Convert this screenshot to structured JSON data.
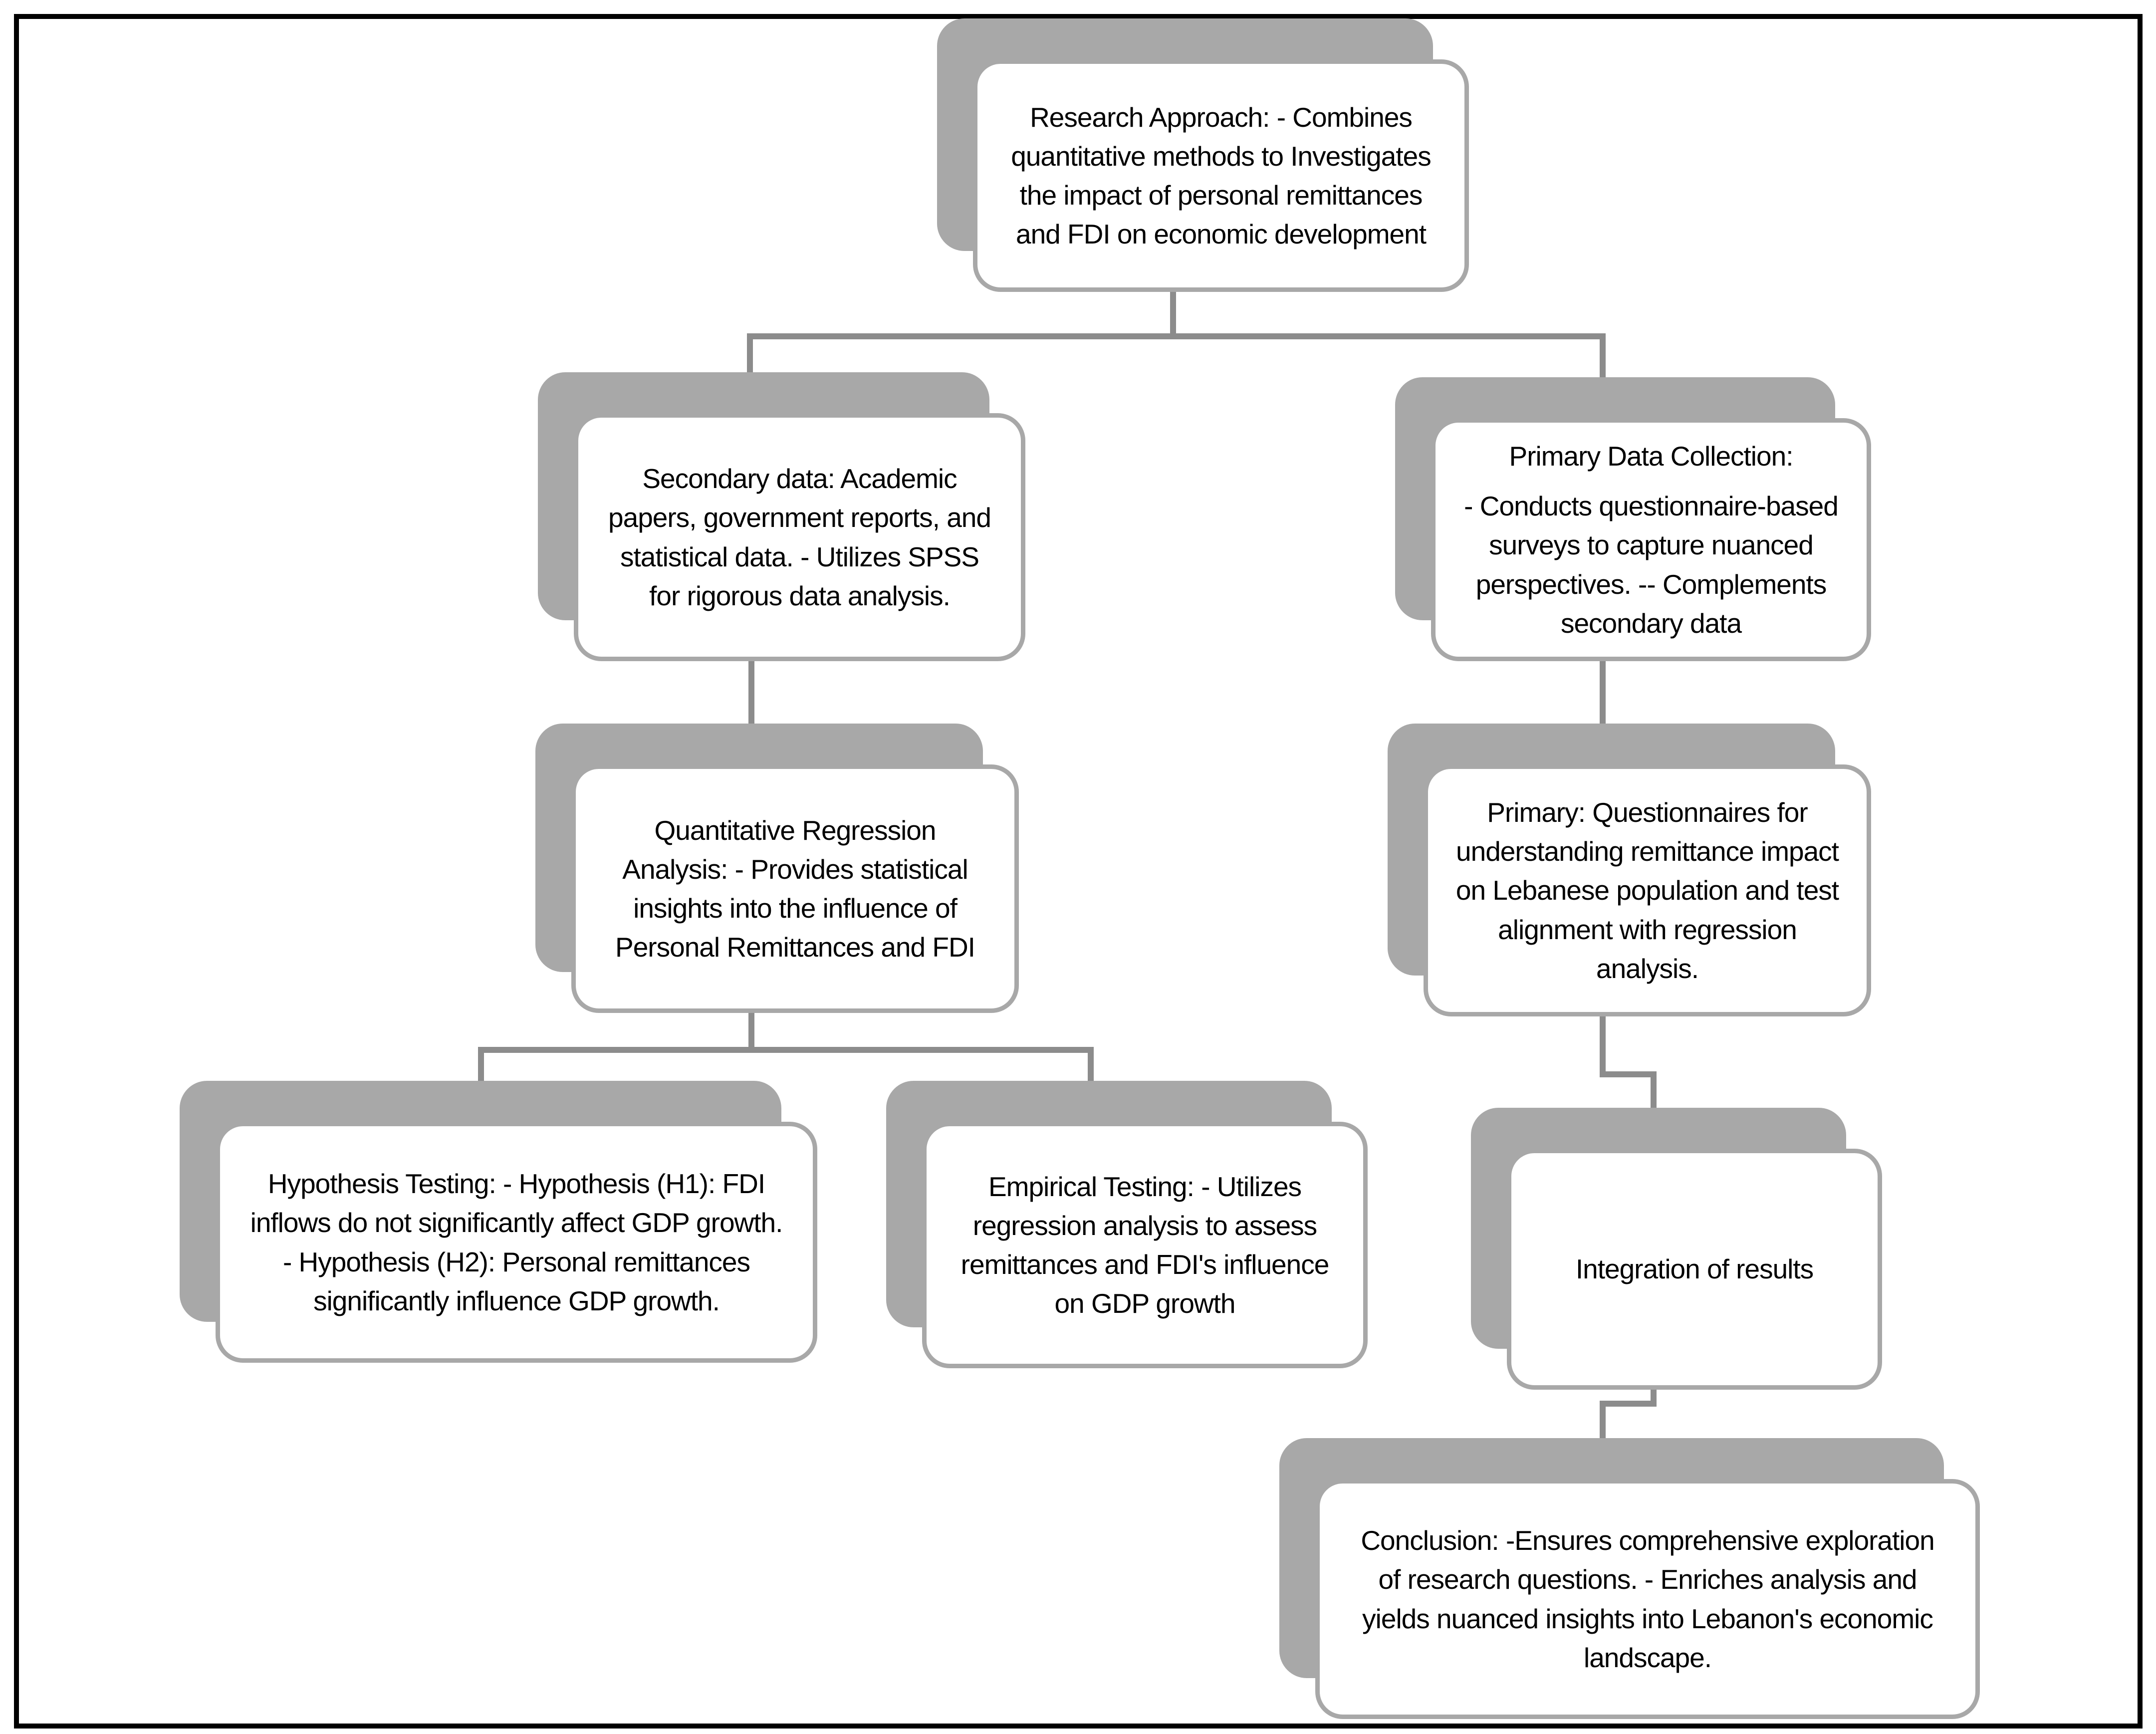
{
  "page": {
    "background": "#ffffff",
    "frame_color": "#000000"
  },
  "colors": {
    "box_fill": "#ffffff",
    "box_border": "#a8a8a8",
    "box_shadow": "#a8a8a8",
    "connector": "#8c8c8c",
    "text": "#000000"
  },
  "diagram": {
    "type": "flowchart",
    "nodes": [
      {
        "id": "research-approach",
        "text": "Research Approach: - Combines quantitative methods to Investigates the impact of personal remittances and FDI on economic development"
      },
      {
        "id": "secondary-data",
        "text": "Secondary data: Academic papers, government reports, and statistical data. - Utilizes SPSS for rigorous data analysis."
      },
      {
        "id": "primary-data-collection",
        "title": "Primary Data Collection:",
        "text": "- Conducts questionnaire-based surveys to capture nuanced perspectives. -- Complements secondary data"
      },
      {
        "id": "quantitative-regression-analysis",
        "text": "Quantitative Regression Analysis: - Provides statistical insights into the influence of Personal Remittances and FDI"
      },
      {
        "id": "primary-questionnaires",
        "text": "Primary: Questionnaires for understanding remittance impact on Lebanese population and test alignment with regression analysis."
      },
      {
        "id": "hypothesis-testing",
        "text": "Hypothesis Testing: - Hypothesis (H1): FDI inflows do not significantly affect GDP growth. - Hypothesis (H2): Personal remittances significantly influence GDP growth."
      },
      {
        "id": "empirical-testing",
        "text": "Empirical Testing: - Utilizes regression analysis to assess remittances and FDI's influence on GDP growth"
      },
      {
        "id": "integration-of-results",
        "text": "Integration of results"
      },
      {
        "id": "conclusion",
        "text": "Conclusion: -Ensures comprehensive exploration of research questions. - Enriches analysis and yields nuanced insights into Lebanon's economic landscape."
      }
    ],
    "edges": [
      {
        "from": "research-approach",
        "to": "secondary-data"
      },
      {
        "from": "research-approach",
        "to": "primary-data-collection"
      },
      {
        "from": "secondary-data",
        "to": "quantitative-regression-analysis"
      },
      {
        "from": "primary-data-collection",
        "to": "primary-questionnaires"
      },
      {
        "from": "quantitative-regression-analysis",
        "to": "hypothesis-testing"
      },
      {
        "from": "quantitative-regression-analysis",
        "to": "empirical-testing"
      },
      {
        "from": "primary-questionnaires",
        "to": "integration-of-results"
      },
      {
        "from": "integration-of-results",
        "to": "conclusion"
      }
    ]
  }
}
